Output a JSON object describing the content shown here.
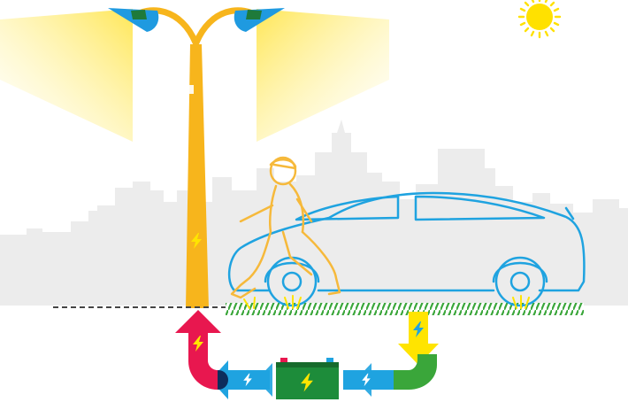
{
  "diagram": {
    "nodes": [
      {
        "id": "sun",
        "kind": "sun-icon"
      },
      {
        "id": "street-lamp",
        "kind": "street-lamp"
      },
      {
        "id": "runner",
        "kind": "person-icon"
      },
      {
        "id": "car",
        "kind": "car-icon"
      },
      {
        "id": "city-skyline",
        "kind": "skyline"
      },
      {
        "id": "grass-road",
        "kind": "ground"
      },
      {
        "id": "battery",
        "kind": "battery-icon"
      }
    ],
    "edges": [
      {
        "from": "grass-road",
        "to": "battery",
        "direction": "down-then-left"
      },
      {
        "from": "battery",
        "to": "street-lamp",
        "direction": "left-then-up"
      }
    ]
  },
  "colors": {
    "sun": "#ffe100",
    "lamp_pole": "#f7b51c",
    "lamp_head": "#1f9ae0",
    "lamp_head_band": "#1f7a3a",
    "light_beam": "#fff3a0",
    "runner": "#f6b93b",
    "car": "#1fa3e0",
    "skyline": "#ececec",
    "grass": "#3aa63a",
    "bolt_yellow": "#ffe400",
    "pipe_pink": "#e8174f",
    "pipe_blue": "#1fa3e0",
    "pipe_green": "#3aa63a",
    "pipe_navy": "#0d2d5c",
    "battery": "#1d8c3a",
    "battery_terminal_red": "#e8174f",
    "battery_terminal_blue": "#1fa3e0",
    "dashes": "#444444"
  }
}
